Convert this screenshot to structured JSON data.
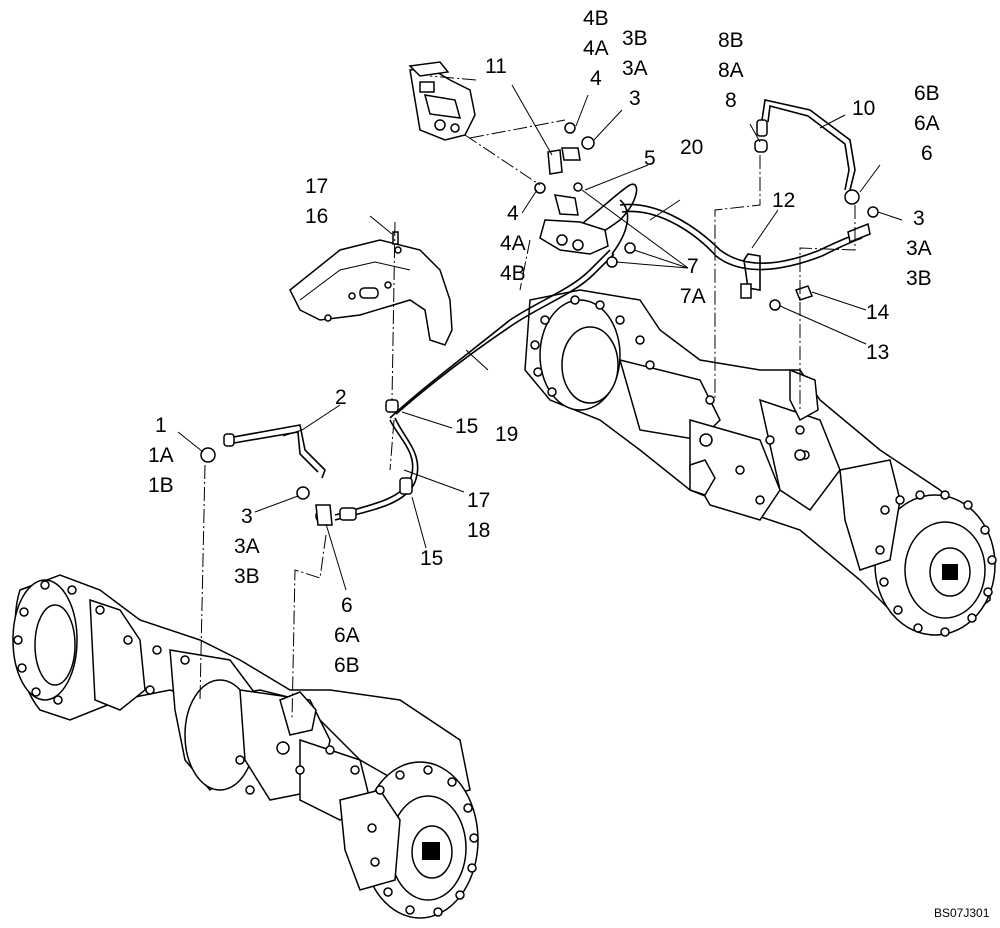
{
  "reference_code": "BS07J301",
  "callouts": [
    {
      "id": "c-1",
      "lines": [
        "1",
        "1A",
        "1B"
      ]
    },
    {
      "id": "c-2",
      "lines": [
        "2"
      ]
    },
    {
      "id": "c-3-left",
      "lines": [
        "3",
        "3A",
        "3B"
      ]
    },
    {
      "id": "c-6-left",
      "lines": [
        "6",
        "6A",
        "6B"
      ]
    },
    {
      "id": "c-15-upper",
      "lines": [
        "15"
      ]
    },
    {
      "id": "c-15-lower",
      "lines": [
        "15"
      ]
    },
    {
      "id": "c-17-18",
      "lines": [
        "17",
        "18"
      ]
    },
    {
      "id": "c-19",
      "lines": [
        "19"
      ]
    },
    {
      "id": "c-17-16",
      "lines": [
        "17",
        "16"
      ]
    },
    {
      "id": "c-11",
      "lines": [
        "11"
      ]
    },
    {
      "id": "c-4-top",
      "lines": [
        "4B",
        "4A",
        "4"
      ]
    },
    {
      "id": "c-3-top",
      "lines": [
        "3B",
        "3A",
        "3"
      ]
    },
    {
      "id": "c-5",
      "lines": [
        "5"
      ]
    },
    {
      "id": "c-4-mid",
      "lines": [
        "4",
        "4A",
        "4B"
      ]
    },
    {
      "id": "c-20",
      "lines": [
        "20"
      ]
    },
    {
      "id": "c-7",
      "lines": [
        "7",
        "7A"
      ]
    },
    {
      "id": "c-8",
      "lines": [
        "8B",
        "8A",
        "8"
      ]
    },
    {
      "id": "c-10",
      "lines": [
        "10"
      ]
    },
    {
      "id": "c-6-right",
      "lines": [
        "6B",
        "6A",
        "6"
      ]
    },
    {
      "id": "c-3-right",
      "lines": [
        "3",
        "3A",
        "3B"
      ]
    },
    {
      "id": "c-12",
      "lines": [
        "12"
      ]
    },
    {
      "id": "c-14",
      "lines": [
        "14"
      ]
    },
    {
      "id": "c-13",
      "lines": [
        "13"
      ]
    }
  ]
}
